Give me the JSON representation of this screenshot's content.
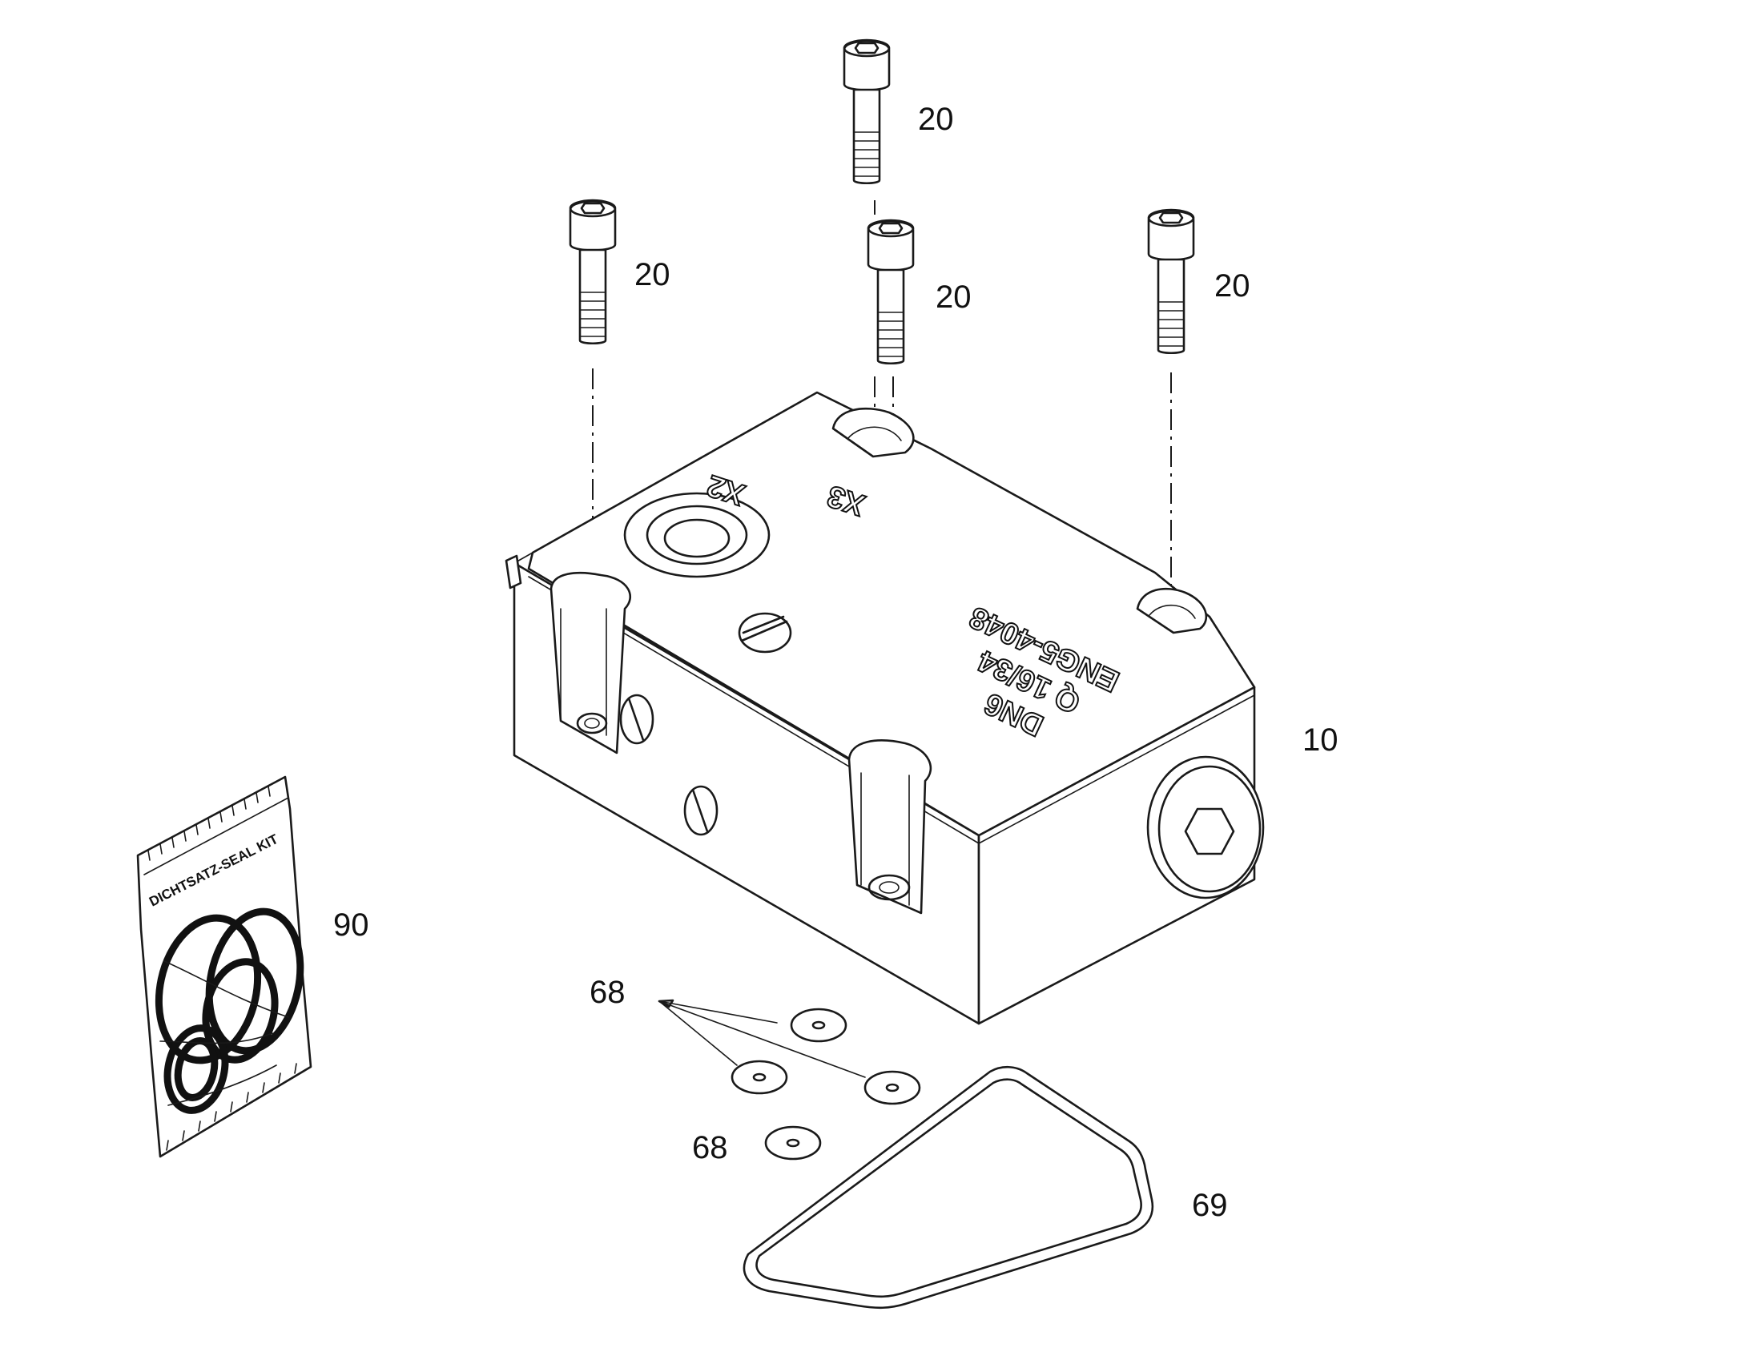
{
  "callouts": {
    "bolt_a": "20",
    "bolt_b": "20",
    "bolt_c": "20",
    "bolt_d": "20",
    "housing": "10",
    "seal_kit": "90",
    "washers_a": "68",
    "washers_b": "68",
    "gasket": "69"
  },
  "markings": {
    "port_a": "X2",
    "port_b": "X3",
    "plate_line1": "DN6",
    "plate_line2": "Q 16/34",
    "plate_line3": "ENG5-4048"
  },
  "seal_kit_label": "DICHTSATZ-SEAL KIT",
  "colors": {
    "ink": "#1a1a1a",
    "paper": "#ffffff"
  }
}
